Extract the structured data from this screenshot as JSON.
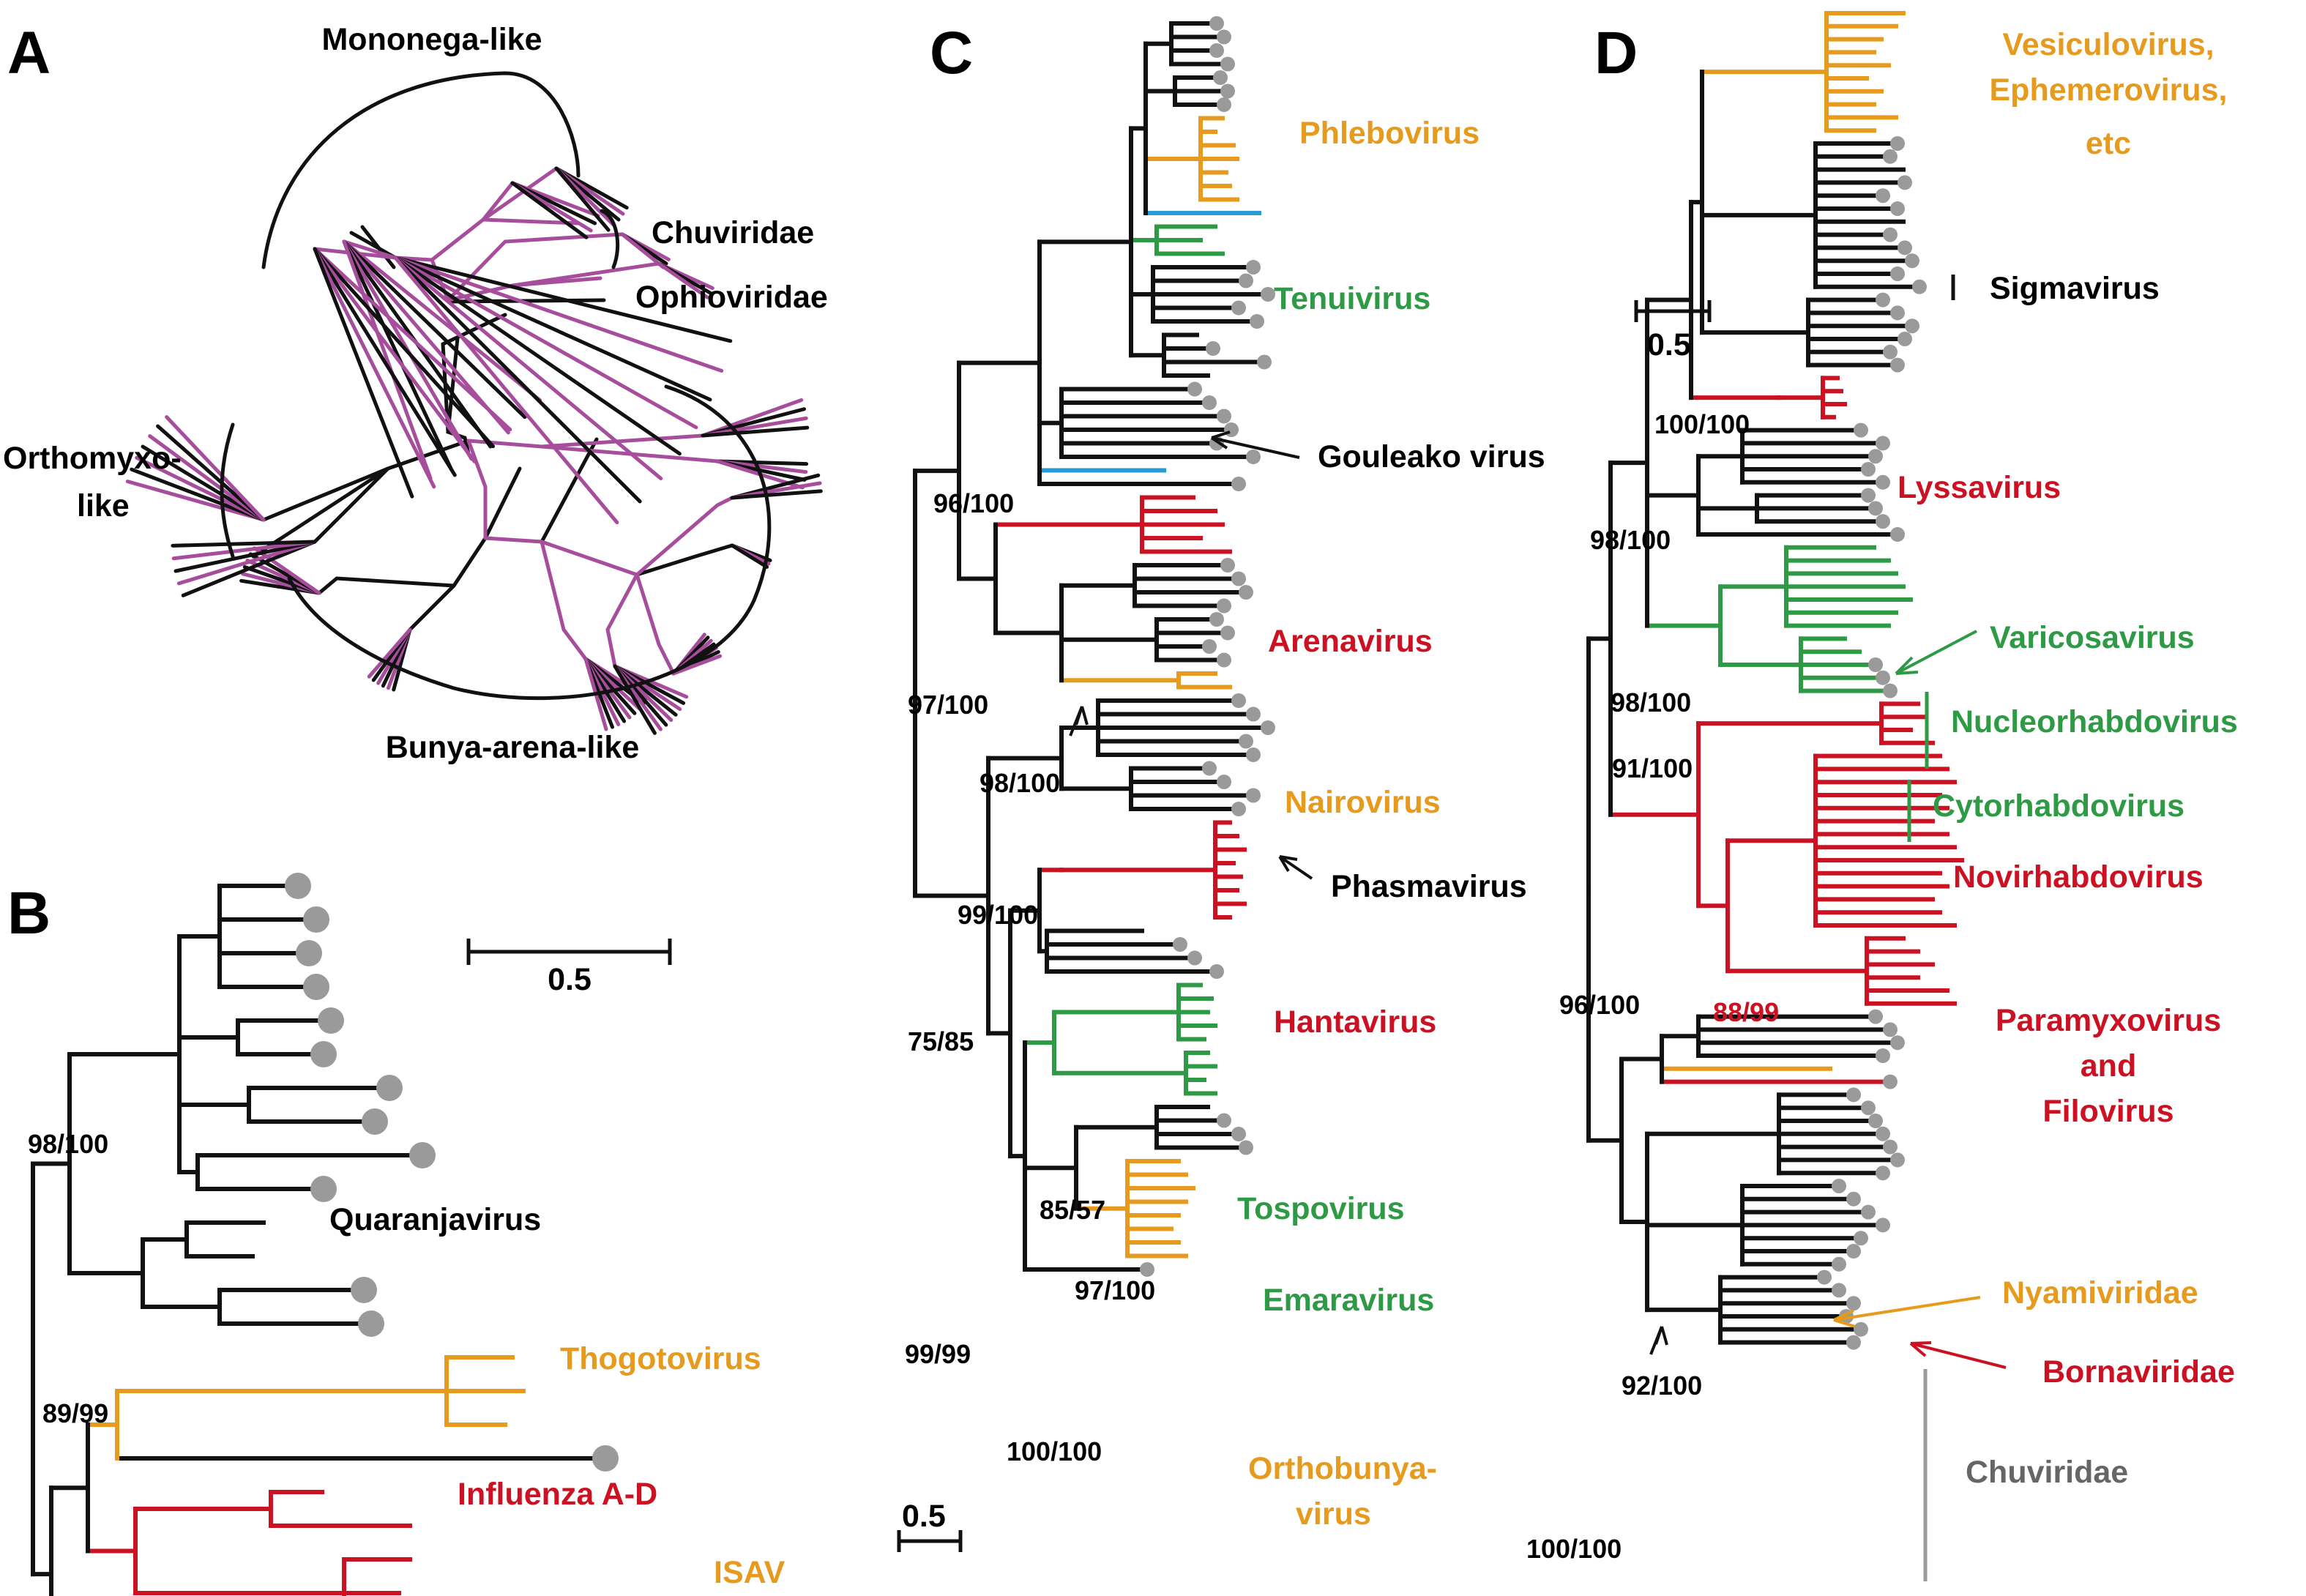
{
  "colors": {
    "black": "#111111",
    "purple": "#a64d9c",
    "orange": "#e69a1e",
    "red": "#cc1222",
    "green": "#2f9a45",
    "blue": "#2a9ad6",
    "grey": "#9a9a9a",
    "grey_text": "#666666"
  },
  "panelA": {
    "letter": "A",
    "labels": {
      "mononega": "Mononega-like",
      "chuviridae": "Chuviridae",
      "ophioviridae": "Ophioviridae",
      "orthomyxo_1": "Orthomyxo-",
      "orthomyxo_2": "like",
      "bunya": "Bunya-arena-like"
    }
  },
  "panelB": {
    "letter": "B",
    "scale_label": "0.5",
    "support": {
      "s1": "98/100",
      "s2": "89/99"
    },
    "labels": {
      "quaranjavirus": "Quaranjavirus",
      "thogotovirus": "Thogotovirus",
      "influenza": "Influenza A-D",
      "isav": "ISAV"
    }
  },
  "panelC": {
    "letter": "C",
    "scale_label": "0.5",
    "support": {
      "s1": "96/100",
      "s2": "97/100",
      "s3": "98/100",
      "s4": "99/100",
      "s5": "75/85",
      "s6": "85/57",
      "s7": "97/100",
      "s8": "99/99",
      "s9": "100/100"
    },
    "labels": {
      "phlebovirus": "Phlebovirus",
      "tenuivirus": "Tenuivirus",
      "gouleako": "Gouleako virus",
      "arenavirus": "Arenavirus",
      "nairovirus": "Nairovirus",
      "phasmavirus": "Phasmavirus",
      "hantavirus": "Hantavirus",
      "tospovirus": "Tospovirus",
      "emaravirus": "Emaravirus",
      "orthobunya_1": "Orthobunya-",
      "orthobunya_2": "virus"
    }
  },
  "panelD": {
    "letter": "D",
    "scale_label": "0.5",
    "support": {
      "s1": "100/100",
      "s2": "98/100",
      "s3": "98/100",
      "s4": "91/100",
      "s5": "96/100",
      "s6": "88/99",
      "s7": "92/100",
      "s8": "100/100"
    },
    "labels": {
      "vesiculo_1": "Vesiculovirus,",
      "vesiculo_2": "Ephemerovirus,",
      "vesiculo_3": "etc",
      "sigmavirus": "Sigmavirus",
      "lyssavirus": "Lyssavirus",
      "varicosavirus": "Varicosavirus",
      "nucleorhabdo": "Nucleorhabdovirus",
      "cytorhabdo": "Cytorhabdovirus",
      "novirhabdo": "Novirhabdovirus",
      "paramyxo_1": "Paramyxovirus",
      "paramyxo_2": "and",
      "paramyxo_3": "Filovirus",
      "nyamiviridae": "Nyamiviridae",
      "bornaviridae": "Bornaviridae",
      "chuviridae": "Chuviridae"
    }
  }
}
